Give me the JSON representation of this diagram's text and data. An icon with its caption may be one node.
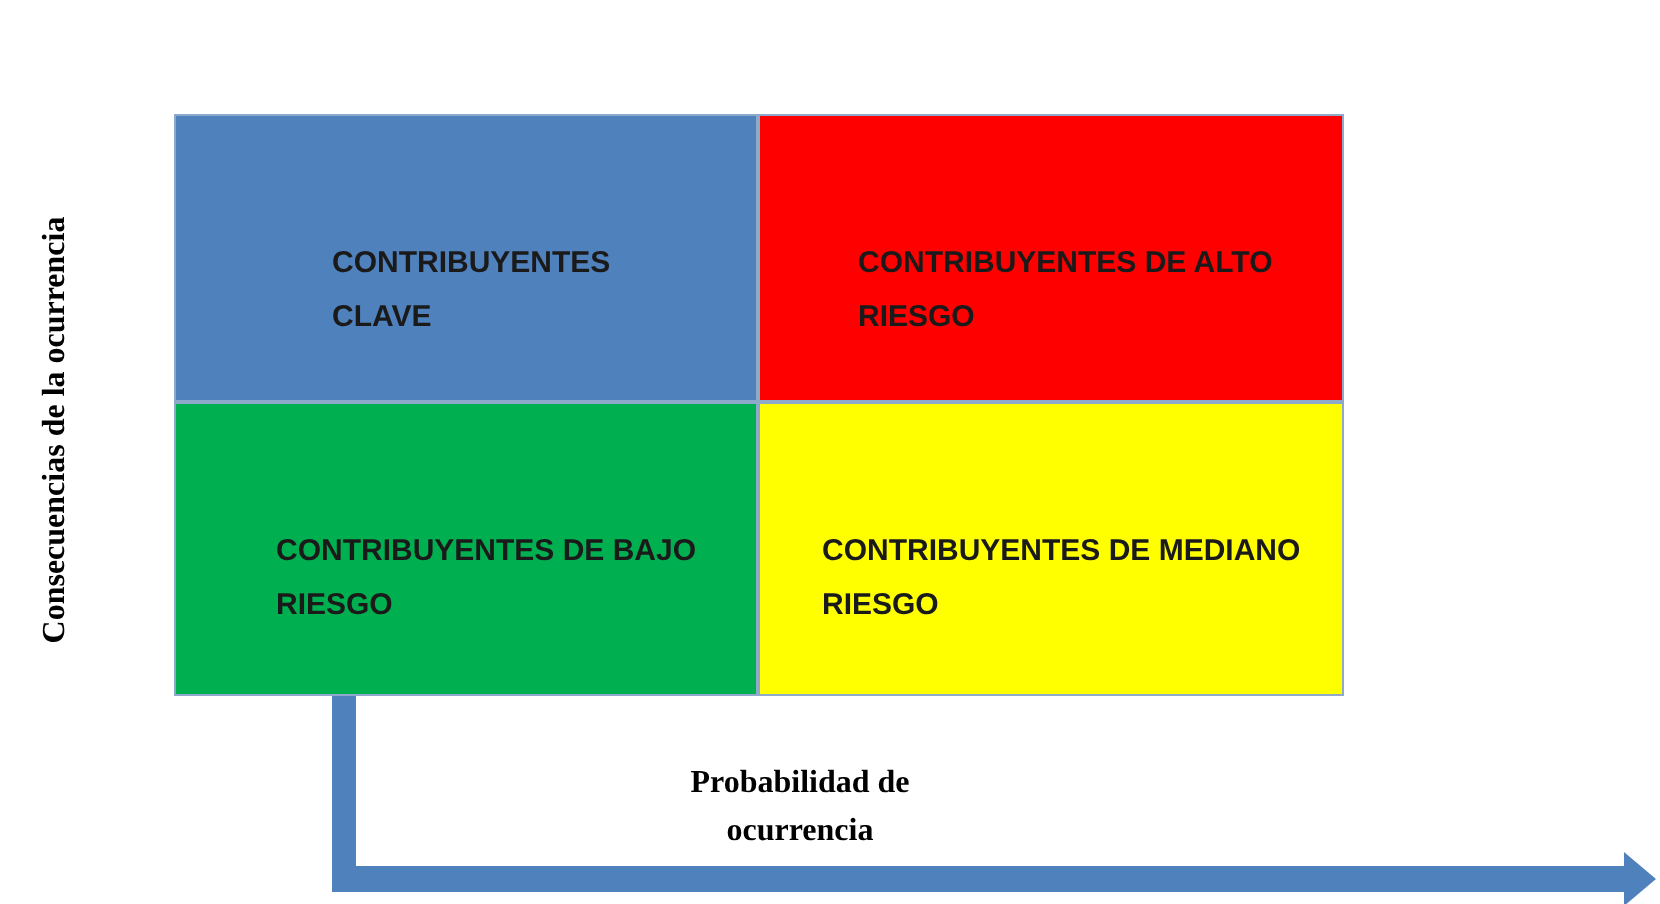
{
  "diagram": {
    "nodes": [
      {
        "text": [
          "CONTRIBUYENTES CLAVE"
        ]
      },
      {
        "text": [
          "CONTRIBUYENTES DE ALTO RIESGO"
        ]
      },
      {
        "text": [
          "CONTRIBUYENTES DE BAJO RIESGO"
        ]
      },
      {
        "text": [
          "CONTRIBUYENTES DE MEDIANO RIESGO"
        ]
      }
    ],
    "edges": [],
    "labels": [
      "Consecuencias de la ocurrencia",
      "Probabilidad de ocurrencia"
    ]
  }
}
